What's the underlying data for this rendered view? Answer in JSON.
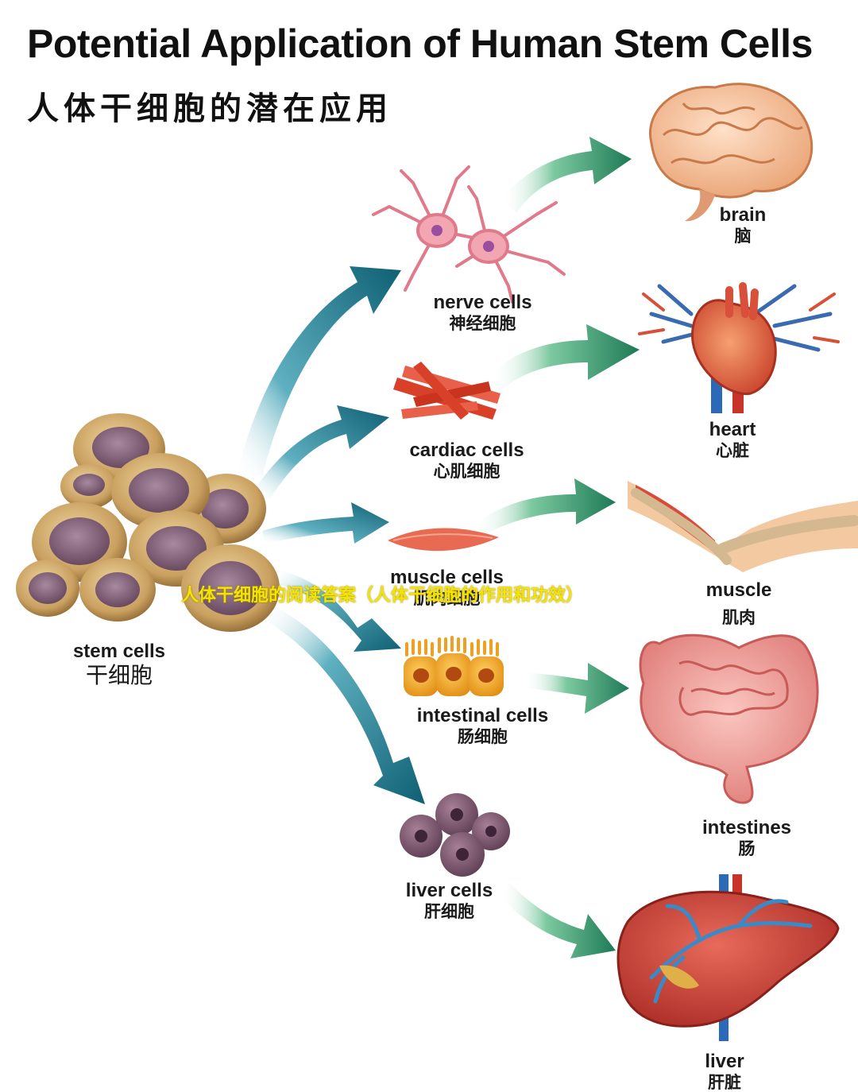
{
  "header": {
    "title": "Potential Application of Human Stem Cells",
    "subtitle": "人体干细胞的潜在应用"
  },
  "source": {
    "en": "stem cells",
    "zh": "干细胞"
  },
  "cells": [
    {
      "key": "nerve",
      "en": "nerve cells",
      "zh": "神经细胞"
    },
    {
      "key": "cardiac",
      "en": "cardiac cells",
      "zh": "心肌细胞"
    },
    {
      "key": "muscle",
      "en": "muscle cells",
      "zh": "肌肉细胞"
    },
    {
      "key": "intestinal",
      "en": "intestinal cells",
      "zh": "肠细胞"
    },
    {
      "key": "liver",
      "en": "liver cells",
      "zh": "肝细胞"
    }
  ],
  "organs": [
    {
      "key": "brain",
      "en": "brain",
      "zh": "脑"
    },
    {
      "key": "heart",
      "en": "heart",
      "zh": "心脏"
    },
    {
      "key": "muscle",
      "en": "muscle",
      "zh": "肌肉"
    },
    {
      "key": "intestines",
      "en": "intestines",
      "zh": "肠"
    },
    {
      "key": "liver",
      "en": "liver",
      "zh": "肝脏"
    }
  ],
  "overlay": {
    "text": "人体干细胞的阅读答案（人体干细胞的作用和功效）"
  },
  "colors": {
    "arrow_blue": "#0e5f73",
    "arrow_teal": "#2a8a7a",
    "arrow_green": "#1d7a55",
    "stem_cell": "#c9a060",
    "stem_nucleus": "#8c6c82",
    "overlay_text": "#f5e400"
  }
}
